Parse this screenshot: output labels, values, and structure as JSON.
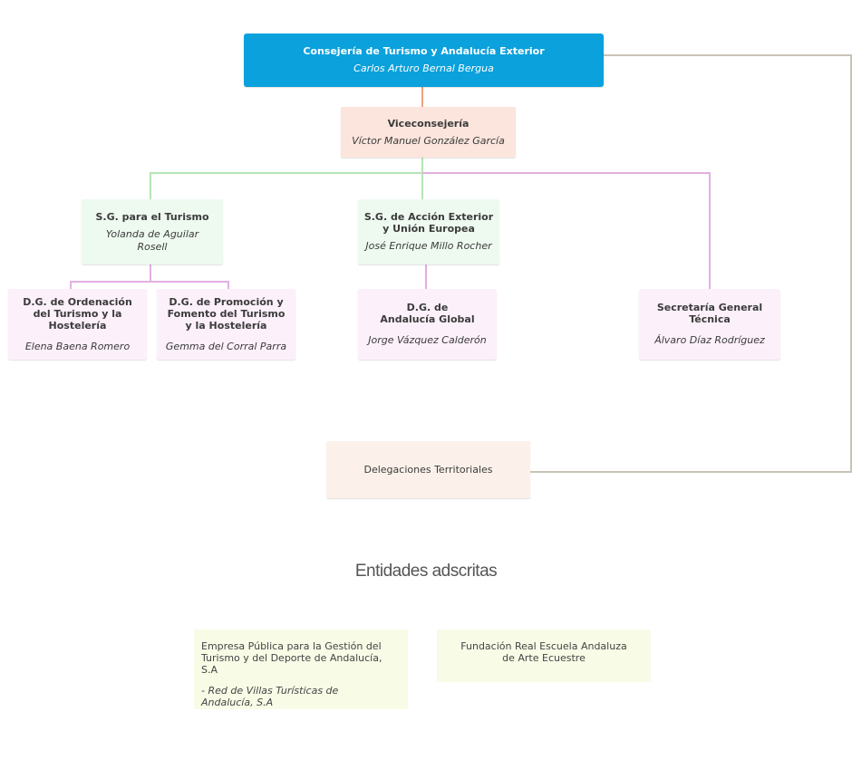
{
  "org_chart": {
    "top": {
      "title": "Consejería de Turismo y Andalucía Exterior",
      "person": "Carlos Arturo Bernal Bergua"
    },
    "vice": {
      "title": "Viceconsejería",
      "person": "Víctor Manuel González García"
    },
    "sg_turismo": {
      "title": "S.G. para el Turismo",
      "person": "Yolanda de Aguilar\nRosell"
    },
    "sg_exterior": {
      "title": "S.G. de Acción Exterior\ny Unión Europea",
      "person": "José Enrique Millo Rocher"
    },
    "dg_ordenacion": {
      "title": "D.G. de Ordenación\ndel Turismo y la\nHostelería",
      "person": "Elena Baena Romero"
    },
    "dg_promocion": {
      "title": "D.G. de Promoción y\nFomento del Turismo\ny la Hostelería",
      "person": "Gemma del Corral Parra"
    },
    "dg_global": {
      "title": "D.G. de\nAndalucía Global",
      "person": "Jorge Vázquez Calderón"
    },
    "secretaria": {
      "title": "Secretaría General\nTécnica",
      "person": "Álvaro Díaz Rodríguez"
    },
    "delegaciones": {
      "title": "Delegaciones Territoriales"
    }
  },
  "entities": {
    "heading": "Entidades adscritas",
    "empresa": {
      "name": "Empresa Pública para la Gestión del\nTurismo y del Deporte de Andalucía, S.A",
      "sub": "- Red de Villas Turísticas de\n  Andalucía, S.A"
    },
    "fundacion": {
      "name": "Fundación Real Escuela Andaluza\nde Arte Ecuestre"
    }
  },
  "colors": {
    "top": "#0aa1dc",
    "vice": "#fbe5dc",
    "sg": "#eefaf0",
    "dg": "#fcf0fb",
    "deleg": "#fbf1ea",
    "entity": "#f8fbe6",
    "line_green": "#b6e4b4",
    "line_pink": "#e2b0e2",
    "line_orange": "#f0a27e",
    "line_gray": "#c8c3b5"
  }
}
